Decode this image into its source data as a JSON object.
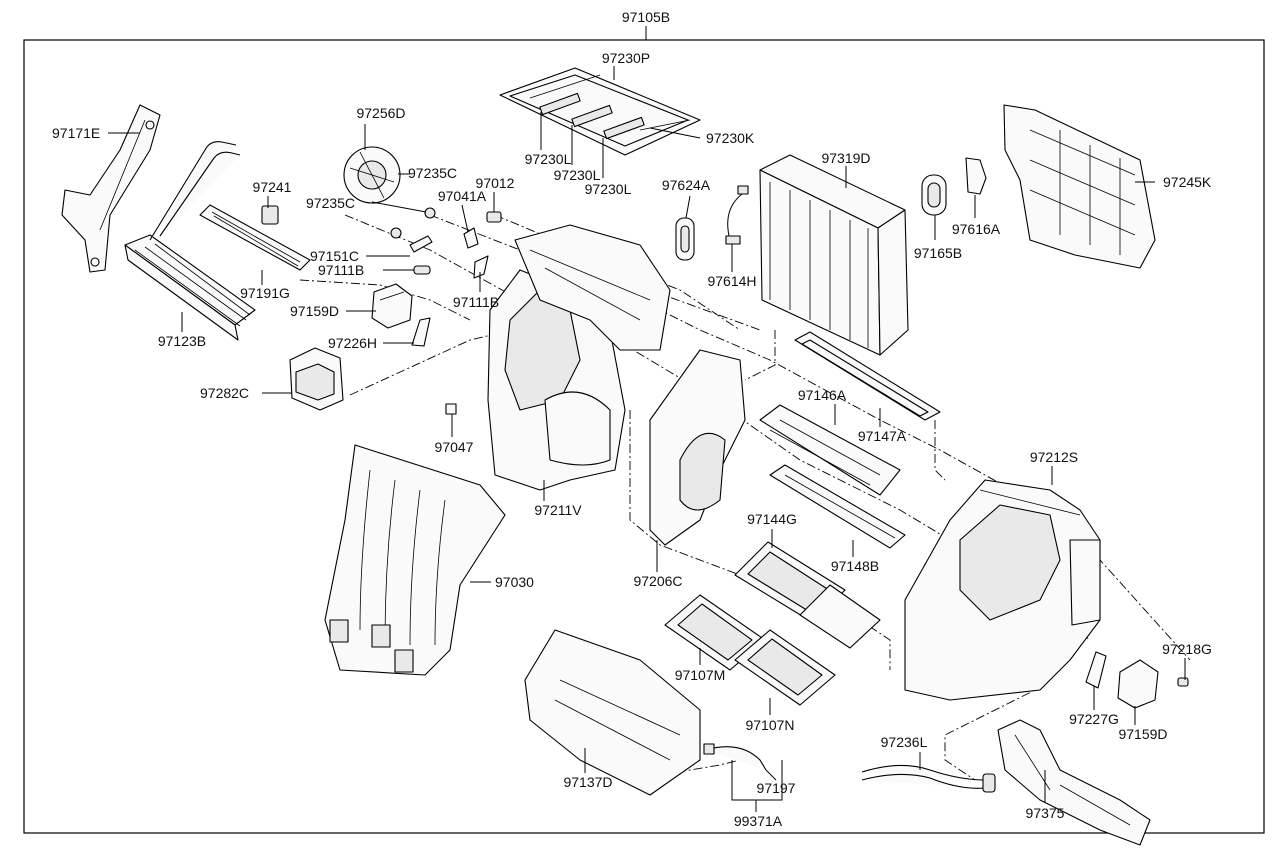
{
  "diagram": {
    "title": "97105B",
    "callouts": {
      "c97105B": "97105B",
      "c97230P": "97230P",
      "c97230K": "97230K",
      "c97230L_1": "97230L",
      "c97230L_2": "97230L",
      "c97230L_3": "97230L",
      "c97171E": "97171E",
      "c97256D": "97256D",
      "c97235C_1": "97235C",
      "c97235C_2": "97235C",
      "c97241": "97241",
      "c97041A": "97041A",
      "c97012": "97012",
      "c97624A": "97624A",
      "c97319D": "97319D",
      "c97616A": "97616A",
      "c97245K": "97245K",
      "c97151C": "97151C",
      "c97111B_1": "97111B",
      "c97111B_2": "97111B",
      "c97191G": "97191G",
      "c97159D_1": "97159D",
      "c97614H": "97614H",
      "c97165B": "97165B",
      "c97123B": "97123B",
      "c97226H": "97226H",
      "c97282C": "97282C",
      "c97146A": "97146A",
      "c97147A": "97147A",
      "c97047": "97047",
      "c97212S": "97212S",
      "c97211V": "97211V",
      "c97144G": "97144G",
      "c97030": "97030",
      "c97206C": "97206C",
      "c97148B": "97148B",
      "c97218G": "97218G",
      "c97107M": "97107M",
      "c97227G": "97227G",
      "c97107N": "97107N",
      "c97159D_2": "97159D",
      "c97236L": "97236L",
      "c97137D": "97137D",
      "c97197": "97197",
      "c97375": "97375",
      "c99371A": "99371A"
    }
  }
}
